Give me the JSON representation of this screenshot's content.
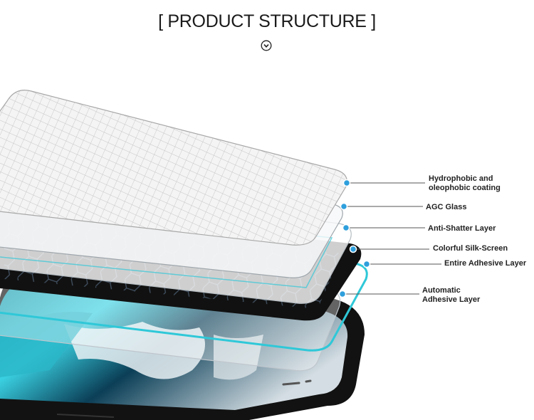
{
  "header": {
    "title": "[ PRODUCT STRUCTURE ]",
    "scroll_icon": "chevron-down-circle-icon"
  },
  "layers": [
    {
      "line1": "Hydrophobic and",
      "line2": "oleophobic coating"
    },
    {
      "line1": "AGC Glass",
      "line2": ""
    },
    {
      "line1": "Anti-Shatter Layer",
      "line2": ""
    },
    {
      "line1": "Colorful Silk-Screen",
      "line2": ""
    },
    {
      "line1": "Entire Adhesive Layer",
      "line2": ""
    },
    {
      "line1": "Automatic",
      "line2": "Adhesive Layer"
    }
  ],
  "colors": {
    "accent": "#2fc8d8",
    "marker": "#2e9fdc",
    "text": "#222222"
  }
}
